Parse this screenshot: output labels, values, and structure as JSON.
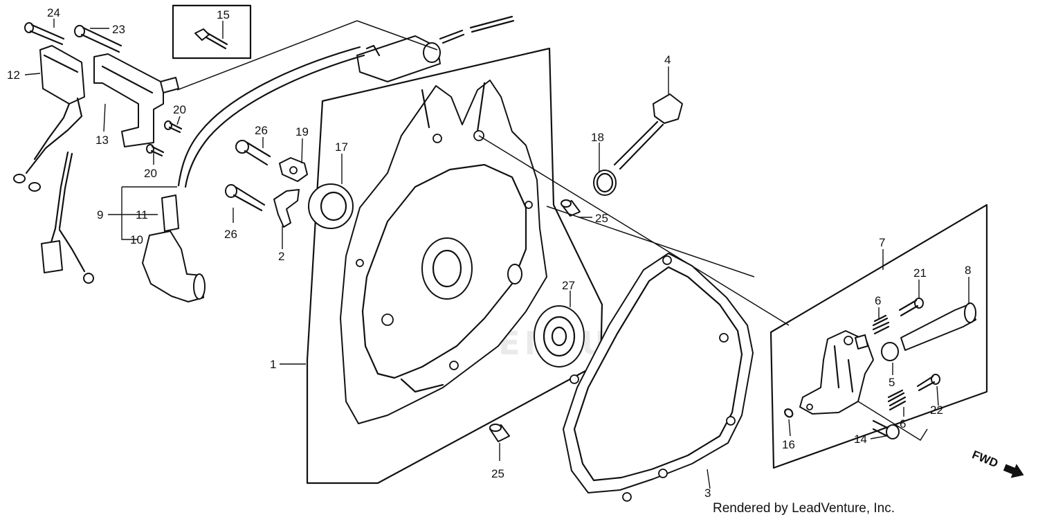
{
  "diagram": {
    "callouts": [
      {
        "id": "c24",
        "label": "24"
      },
      {
        "id": "c23",
        "label": "23"
      },
      {
        "id": "c15",
        "label": "15"
      },
      {
        "id": "c12",
        "label": "12"
      },
      {
        "id": "c20a",
        "label": "20"
      },
      {
        "id": "c13",
        "label": "13"
      },
      {
        "id": "c20b",
        "label": "20"
      },
      {
        "id": "c26a",
        "label": "26"
      },
      {
        "id": "c19",
        "label": "19"
      },
      {
        "id": "c17",
        "label": "17"
      },
      {
        "id": "c4",
        "label": "4"
      },
      {
        "id": "c18",
        "label": "18"
      },
      {
        "id": "c9",
        "label": "9"
      },
      {
        "id": "c11",
        "label": "11"
      },
      {
        "id": "c10",
        "label": "10"
      },
      {
        "id": "c26b",
        "label": "26"
      },
      {
        "id": "c2",
        "label": "2"
      },
      {
        "id": "c25a",
        "label": "25"
      },
      {
        "id": "c7",
        "label": "7"
      },
      {
        "id": "c21",
        "label": "21"
      },
      {
        "id": "c8",
        "label": "8"
      },
      {
        "id": "c6a",
        "label": "6"
      },
      {
        "id": "c27",
        "label": "27"
      },
      {
        "id": "c1",
        "label": "1"
      },
      {
        "id": "c5",
        "label": "5"
      },
      {
        "id": "c22",
        "label": "22"
      },
      {
        "id": "c6b",
        "label": "6"
      },
      {
        "id": "c16",
        "label": "16"
      },
      {
        "id": "c14",
        "label": "14"
      },
      {
        "id": "c25b",
        "label": "25"
      },
      {
        "id": "c3",
        "label": "3"
      }
    ],
    "fwd_label": "FWD",
    "credit": "Rendered by LeadVenture, Inc.",
    "watermark": "LEADVENTURE"
  }
}
